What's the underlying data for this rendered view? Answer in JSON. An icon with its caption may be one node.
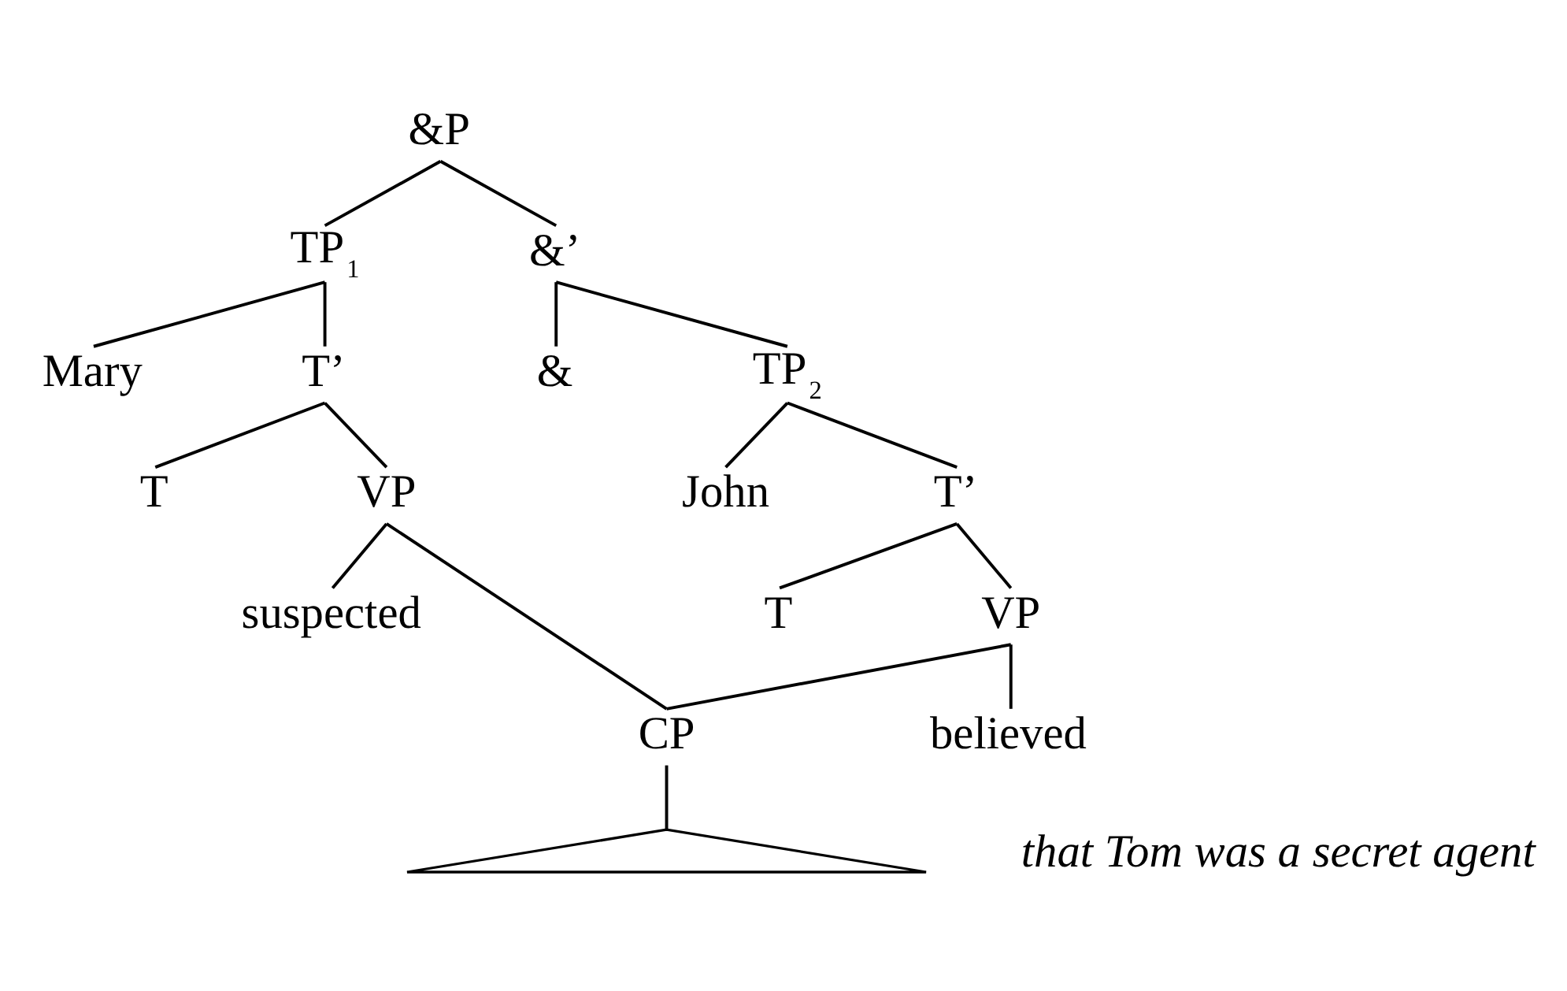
{
  "diagram": {
    "nodes": [
      {
        "text": [
          "&P"
        ]
      },
      {
        "text": [
          "TP$_{1}$"
        ]
      },
      {
        "text": [
          "&’"
        ]
      },
      {
        "text": [
          "Mary"
        ]
      },
      {
        "text": [
          "T’"
        ]
      },
      {
        "text": [
          "&"
        ]
      },
      {
        "text": [
          "TP$_{2}$"
        ]
      },
      {
        "text": [
          "T"
        ]
      },
      {
        "text": [
          "VP"
        ]
      },
      {
        "text": [
          "John"
        ]
      },
      {
        "text": [
          "T’"
        ]
      },
      {
        "text": [
          "suspected"
        ]
      },
      {
        "text": [
          "T"
        ]
      },
      {
        "text": [
          "VP"
        ]
      },
      {
        "text": [
          "believed"
        ]
      },
      {
        "text": [
          "CP"
        ]
      },
      {
        "text": [],
        "shape": "triangle"
      }
    ],
    "edges": [
      {
        "from": 0,
        "to": 1,
        "arrow": "none"
      },
      {
        "from": 0,
        "to": 2,
        "arrow": "none"
      },
      {
        "from": 1,
        "to": 3,
        "arrow": "none"
      },
      {
        "from": 1,
        "to": 4,
        "arrow": "none"
      },
      {
        "from": 2,
        "to": 5,
        "arrow": "none"
      },
      {
        "from": 2,
        "to": 6,
        "arrow": "none"
      },
      {
        "from": 4,
        "to": 7,
        "arrow": "none"
      },
      {
        "from": 4,
        "to": 8,
        "arrow": "none"
      },
      {
        "from": 6,
        "to": 9,
        "arrow": "none"
      },
      {
        "from": 6,
        "to": 10,
        "arrow": "none"
      },
      {
        "from": 8,
        "to": 11,
        "arrow": "none"
      },
      {
        "from": 10,
        "to": 12,
        "arrow": "none"
      },
      {
        "from": 10,
        "to": 13,
        "arrow": "none"
      },
      {
        "from": 13,
        "to": 14,
        "arrow": "none"
      },
      {
        "from": 8,
        "to": 15,
        "arrow": "none"
      },
      {
        "from": 13,
        "to": 15,
        "arrow": "none"
      },
      {
        "from": 15,
        "to": 16,
        "arrow": "none"
      }
    ],
    "labels": [
      "that Tom was a secret agent"
    ]
  }
}
